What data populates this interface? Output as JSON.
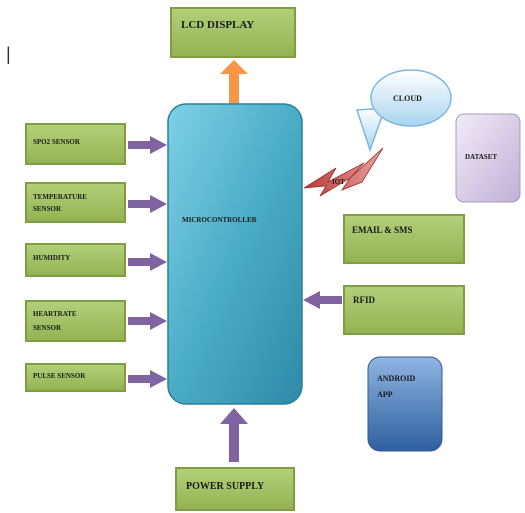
{
  "diagram": {
    "microcontroller": "MICROCONTROLLER",
    "lcd_display": "LCD DISPLAY",
    "power_supply": "POWER SUPPLY",
    "sensors": [
      {
        "lines": [
          "SPO2 SENSOR"
        ]
      },
      {
        "lines": [
          "TEMPERATURE",
          "SENSOR"
        ]
      },
      {
        "lines": [
          "HUMIDITY"
        ]
      },
      {
        "lines": [
          "HEARTRATE",
          "SENSOR"
        ]
      },
      {
        "lines": [
          "PULSE SENSOR"
        ]
      }
    ],
    "email_sms": "EMAIL & SMS",
    "rfid": "RFID",
    "cloud": "CLOUD",
    "iot": "IOT",
    "dataset": "DATASET",
    "android_app": [
      "ANDROID",
      "APP"
    ],
    "stray_mark": "|"
  },
  "colors": {
    "green_box": "#9bbb59",
    "green_border": "#7f9e42",
    "mcu_fill": "#4bacc6",
    "orange_arrow": "#f79646",
    "purple_arrow": "#8064a2",
    "bolt_red": "#c0504d",
    "dataset_fill": "#ddd3ea",
    "android_fill": "#4f81bd"
  }
}
